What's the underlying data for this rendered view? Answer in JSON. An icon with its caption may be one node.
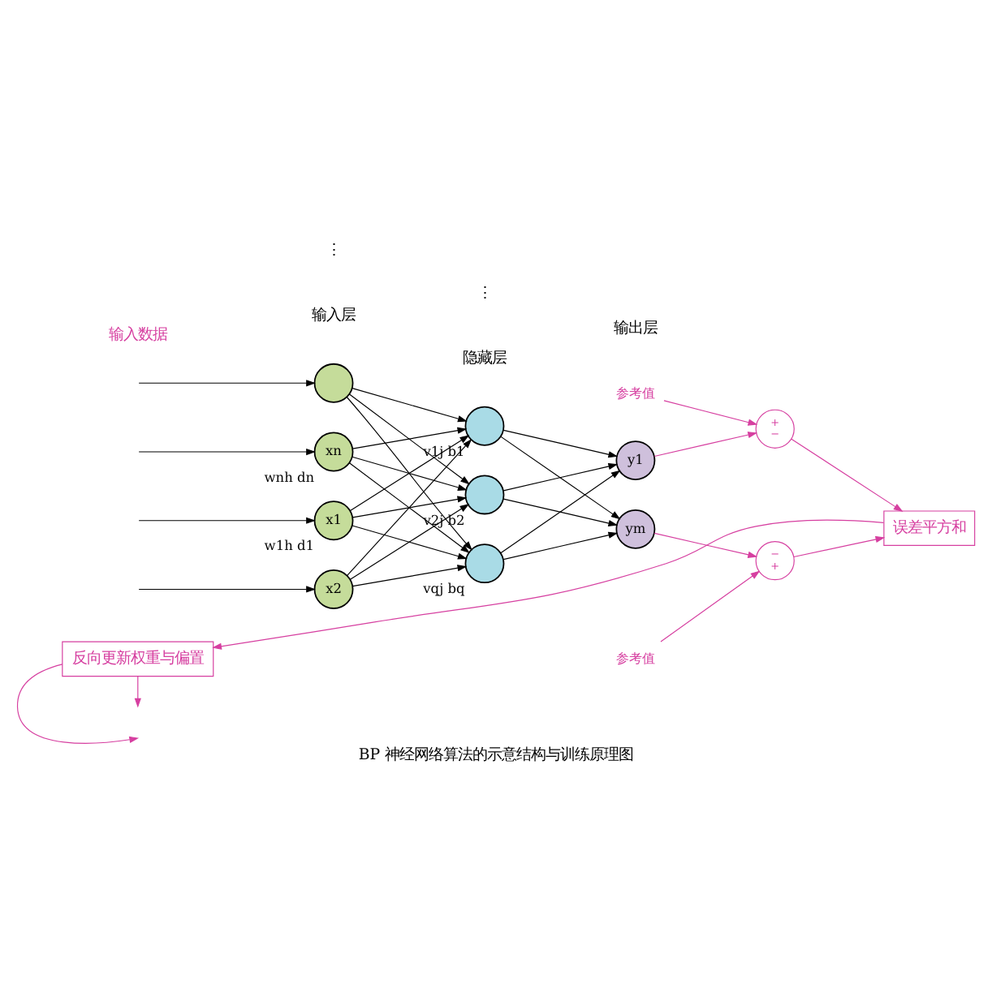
{
  "diagram": {
    "caption": "BP 神经网络算法的示意结构与训练原理图",
    "nodes": [
      {
        "text": [
          "x1"
        ],
        "beside": [
          "w1h d1"
        ]
      },
      {
        "text": [
          "x2"
        ]
      },
      {
        "text": [],
        "shape": "circle"
      },
      {
        "text": [
          "xn"
        ],
        "beside": [
          "wnh dn"
        ]
      },
      {
        "text": [],
        "shape": "circle",
        "beside": [
          "v1j b1"
        ]
      },
      {
        "text": [],
        "shape": "circle",
        "beside": [
          "v2j b2"
        ]
      },
      {
        "text": [],
        "shape": "circle",
        "beside": [
          "vqj bq"
        ]
      },
      {
        "text": [
          "y1"
        ]
      },
      {
        "text": [
          "ym"
        ]
      },
      {
        "text": [
          "参考值"
        ]
      },
      {
        "text": [
          "+",
          "−"
        ]
      },
      {
        "text": [
          "误差平方和"
        ]
      },
      {
        "text": [
          "−",
          "+"
        ]
      },
      {
        "text": [
          "参考值"
        ]
      },
      {
        "text": [
          "反向更新权重与偏置"
        ]
      }
    ],
    "edges": [
      {
        "from": null,
        "to": 0,
        "arrow": "to"
      },
      {
        "from": null,
        "to": 1,
        "arrow": "to"
      },
      {
        "from": null,
        "to": 2,
        "arrow": "to"
      },
      {
        "from": null,
        "to": 3,
        "arrow": "to"
      },
      {
        "from": 0,
        "to": 4,
        "arrow": "to"
      },
      {
        "from": 0,
        "to": 5,
        "arrow": "to"
      },
      {
        "from": 0,
        "to": 6,
        "arrow": "to"
      },
      {
        "from": 1,
        "to": 4,
        "arrow": "to"
      },
      {
        "from": 1,
        "to": 5,
        "arrow": "to"
      },
      {
        "from": 1,
        "to": 6,
        "arrow": "to"
      },
      {
        "from": 2,
        "to": 4,
        "arrow": "to"
      },
      {
        "from": 2,
        "to": 5,
        "arrow": "to"
      },
      {
        "from": 2,
        "to": 6,
        "arrow": "to"
      },
      {
        "from": 3,
        "to": 4,
        "arrow": "to"
      },
      {
        "from": 3,
        "to": 5,
        "arrow": "to"
      },
      {
        "from": 3,
        "to": 6,
        "arrow": "to"
      },
      {
        "from": 4,
        "to": 7,
        "arrow": "to"
      },
      {
        "from": 4,
        "to": 8,
        "arrow": "to"
      },
      {
        "from": 5,
        "to": 7,
        "arrow": "to"
      },
      {
        "from": 5,
        "to": 8,
        "arrow": "to"
      },
      {
        "from": 6,
        "to": 7,
        "arrow": "to"
      },
      {
        "from": 6,
        "to": 8,
        "arrow": "to"
      },
      {
        "from": 7,
        "to": 10,
        "arrow": "to",
        "color": "#d63fa0"
      },
      {
        "from": 9,
        "to": 10,
        "arrow": "to",
        "color": "#d63fa0"
      },
      {
        "from": 10,
        "to": 11,
        "arrow": "to",
        "color": "#d63fa0"
      },
      {
        "from": 8,
        "to": 12,
        "arrow": "to",
        "color": "#d63fa0"
      },
      {
        "from": 13,
        "to": 12,
        "arrow": "to",
        "color": "#d63fa0"
      },
      {
        "from": 12,
        "to": 11,
        "arrow": "to",
        "color": "#d63fa0"
      },
      {
        "from": 11,
        "to": 14,
        "arrow": "to",
        "color": "#d63fa0"
      },
      {
        "from": 14,
        "to": null,
        "arrow": "to",
        "color": "#d63fa0"
      },
      {
        "from": 14,
        "to": null,
        "arrow": "to",
        "color": "#d63fa0"
      }
    ],
    "labels": [
      "输入层",
      "隐藏层",
      "输出层",
      "⋮",
      "⋮",
      "输入数据"
    ]
  }
}
